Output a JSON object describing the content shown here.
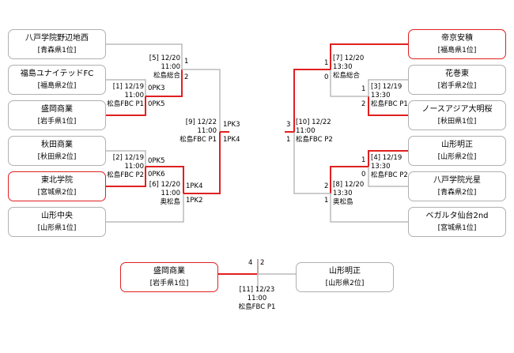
{
  "colors": {
    "win": "#e02020",
    "lose": "#bbbbbb",
    "border": "#b0b0b0"
  },
  "teams": {
    "hachinohe_noheji": {
      "name": "八戸学院野辺地西",
      "rank": "[青森県1位]"
    },
    "fukushima_utd": {
      "name": "福島ユナイテッドFC",
      "rank": "[福島県2位]"
    },
    "morioka_shogyo": {
      "name": "盛岡商業",
      "rank": "[岩手県1位]"
    },
    "akita_shogyo": {
      "name": "秋田商業",
      "rank": "[秋田県2位]"
    },
    "tohoku_gakuin": {
      "name": "東北学院",
      "rank": "[宮城県2位]"
    },
    "yamagata_chuo": {
      "name": "山形中央",
      "rank": "[山形県1位]"
    },
    "teikyo_anseki": {
      "name": "帝京安積",
      "rank": "[福島県1位]"
    },
    "hanamaki_higashi": {
      "name": "花巻東",
      "rank": "[岩手県2位]"
    },
    "noas_meio": {
      "name": "ノースアジア大明桜",
      "rank": "[秋田県1位]"
    },
    "yamagata_meisei": {
      "name": "山形明正",
      "rank": "[山形県2位]"
    },
    "hachinohe_kosei": {
      "name": "八戸学院光星",
      "rank": "[青森県2位]"
    },
    "vegalta_2nd": {
      "name": "ベガルタ仙台2nd",
      "rank": "[宮城県1位]"
    },
    "morioka_shogyo_f": {
      "name": "盛岡商業",
      "rank": "[岩手県1位]"
    },
    "yamagata_meisei_f": {
      "name": "山形明正",
      "rank": "[山形県2位]"
    }
  },
  "matches": {
    "m1": [
      "[1] 12/19",
      "11:00",
      "松島FBC P1"
    ],
    "m2": [
      "[2] 12/19",
      "11:00",
      "松島FBC P2"
    ],
    "m3": [
      "[3] 12/19",
      "13:30",
      "松島FBC P1"
    ],
    "m4": [
      "[4] 12/19",
      "13:30",
      "松島FBC P2"
    ],
    "m5": [
      "[5] 12/20",
      "11:00",
      "松島総合"
    ],
    "m6": [
      "[6] 12/20",
      "11:00",
      "奥松島"
    ],
    "m7": [
      "[7] 12/20",
      "13:30",
      "松島総合"
    ],
    "m8": [
      "[8] 12/20",
      "13:30",
      "奥松島"
    ],
    "m9": [
      "[9] 12/22",
      "11:00",
      "松島FBC P1"
    ],
    "m10": [
      "[10] 12/22",
      "11:00",
      "松島FBC P2"
    ],
    "m11": [
      "[11] 12/23",
      "11:00",
      "松島FBC P1"
    ]
  },
  "scores": {
    "m1_top": "0PK3",
    "m1_bot": "0PK5",
    "m2_top": "0PK5",
    "m2_bot": "0PK6",
    "m3_top": "1",
    "m3_bot": "2",
    "m4_top": "1",
    "m4_bot": "0",
    "m5_top": "1",
    "m5_bot": "2",
    "m6_top": "1PK4",
    "m6_bot": "1PK2",
    "m7_top": "1",
    "m7_bot": "0",
    "m8_top": "2",
    "m8_bot": "1",
    "m9_top": "1PK3",
    "m9_bot": "1PK4",
    "m10_top": "3",
    "m10_bot": "1",
    "m11_left": "4",
    "m11_right": "2"
  }
}
